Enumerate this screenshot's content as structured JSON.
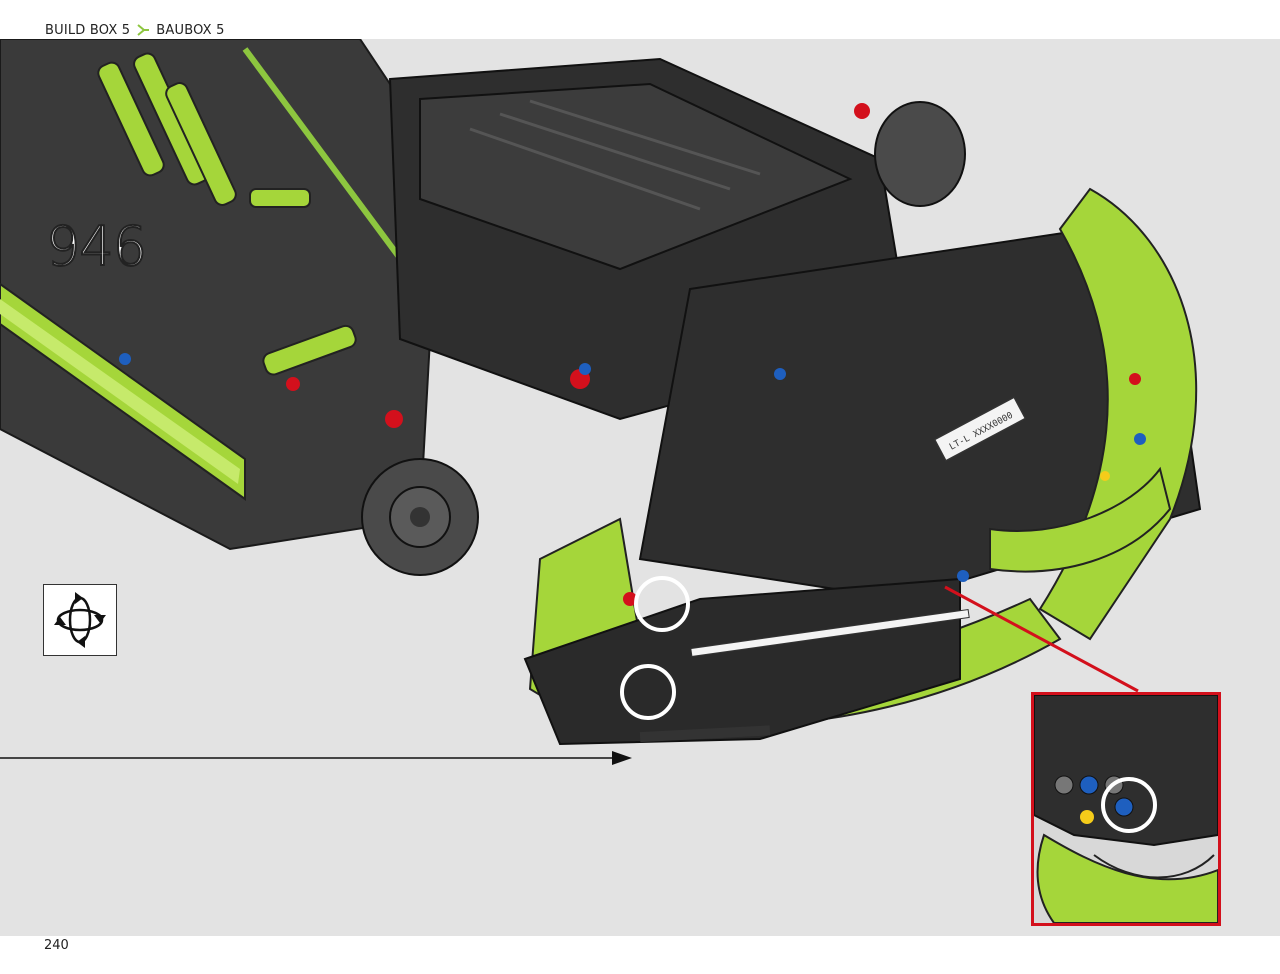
{
  "header": {
    "left_label": "BUILD BOX 5",
    "right_label": "BAUBOX 5"
  },
  "step": {
    "number": "946"
  },
  "page": {
    "number": "240"
  },
  "colors": {
    "lime": "#a5d63a",
    "dark": "#2e2e2e",
    "callout": "#d3101c",
    "background": "#e3e3e3"
  },
  "icons": {
    "rotate": "rotate-model-icon",
    "separator": "arrow-separator-icon"
  },
  "plate": {
    "text": "LT-L XXXX0000"
  }
}
